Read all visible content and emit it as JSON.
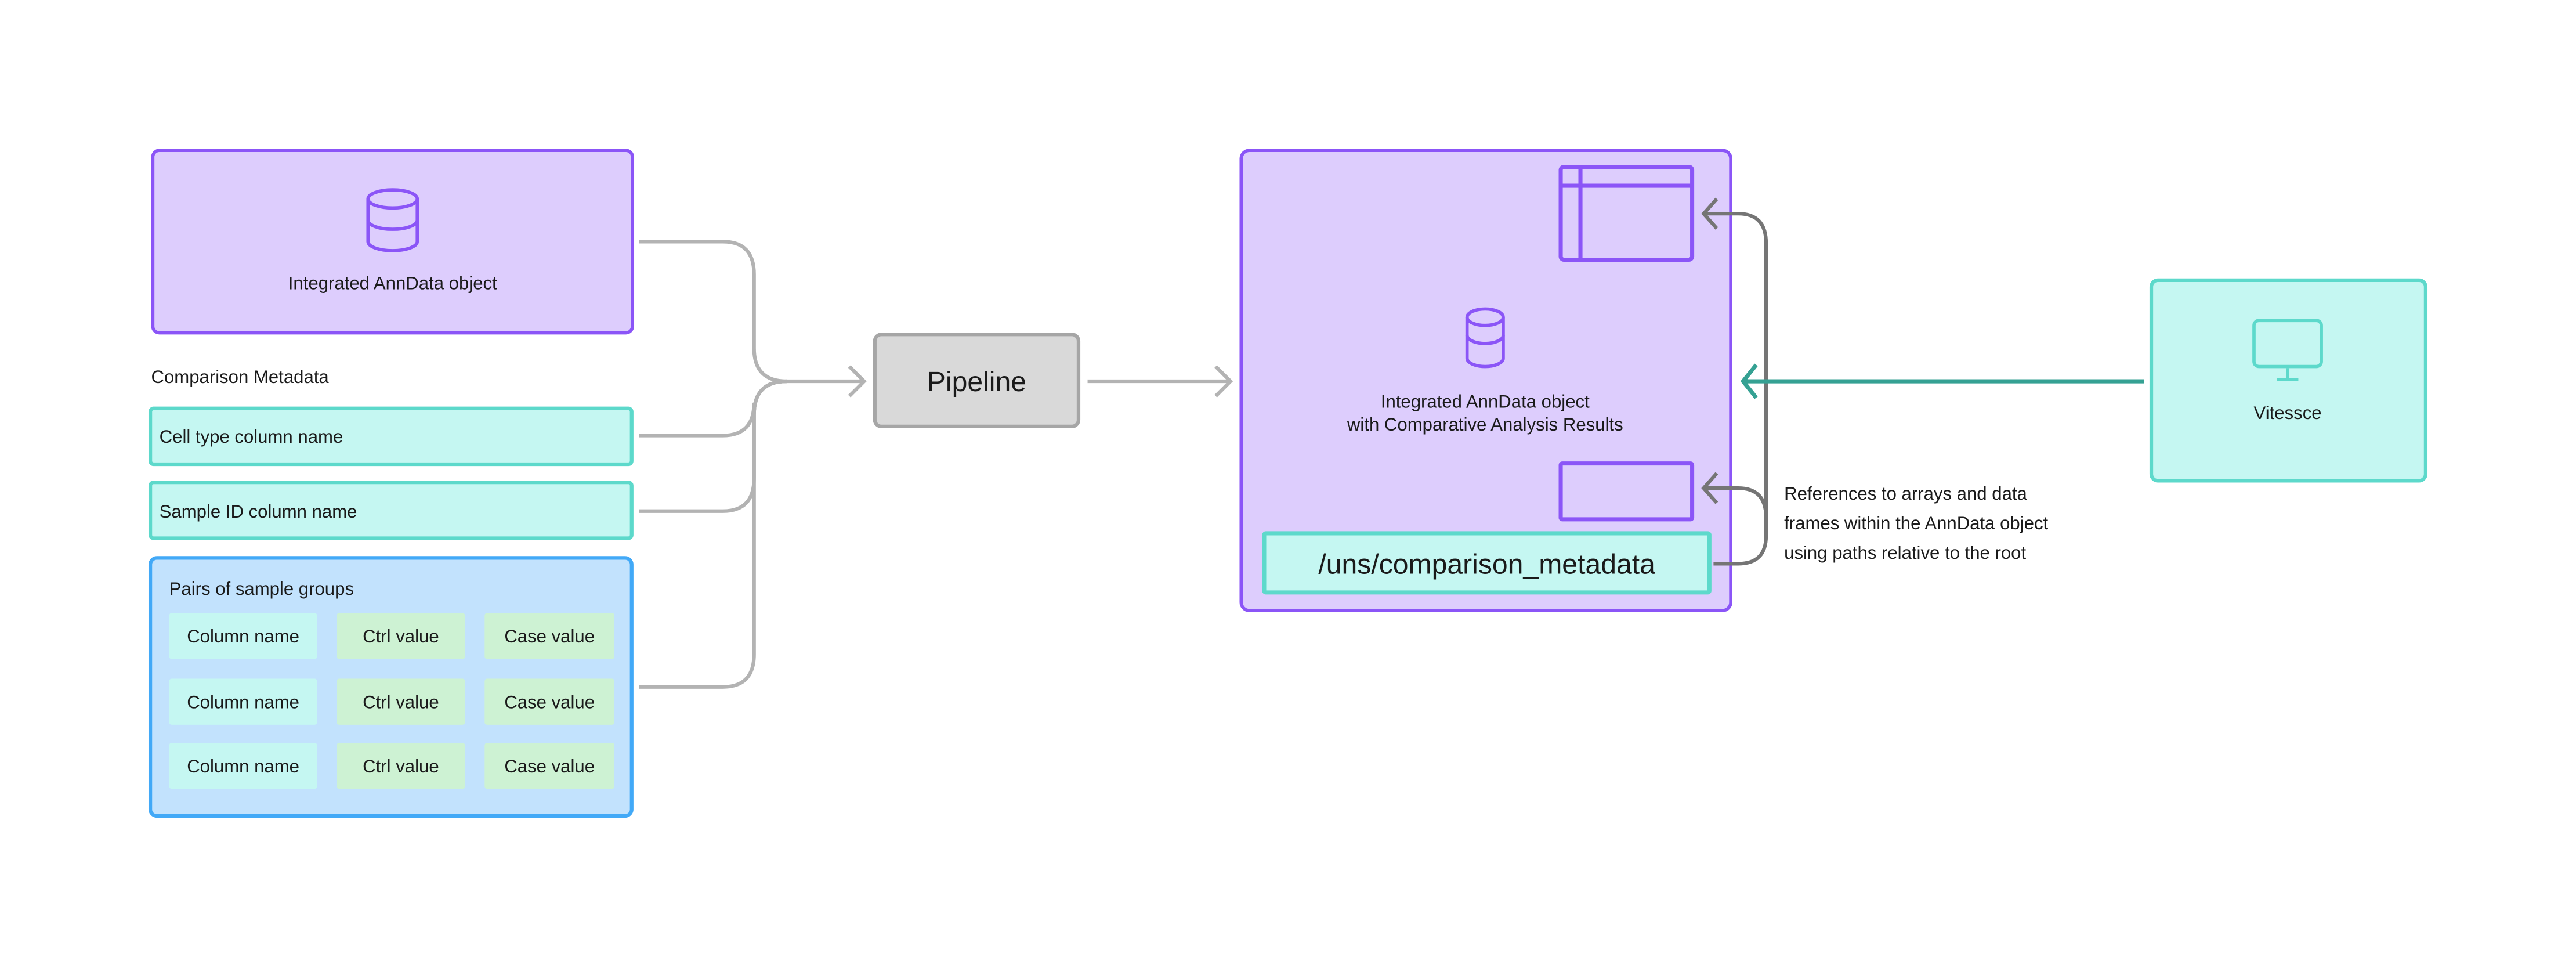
{
  "left": {
    "anndata_box": {
      "label": "Integrated AnnData object",
      "icon": "database-icon"
    },
    "metadata_heading": "Comparison Metadata",
    "cell_type_field": "Cell type column name",
    "sample_id_field": "Sample ID column name",
    "pairs": {
      "title": "Pairs of sample groups",
      "rows": [
        [
          "Column name",
          "Ctrl value",
          "Case value"
        ],
        [
          "Column name",
          "Ctrl value",
          "Case value"
        ],
        [
          "Column name",
          "Ctrl value",
          "Case value"
        ]
      ]
    }
  },
  "pipeline": {
    "label": "Pipeline"
  },
  "output": {
    "label_line1": "Integrated AnnData object",
    "label_line2": "with Comparative Analysis Results",
    "metadata_path": "/uns/comparison_metadata",
    "icons": [
      "table-icon",
      "database-icon",
      "rectangle-icon"
    ]
  },
  "reference_note": {
    "lines": [
      "References to arrays and data",
      "frames within the AnnData object",
      "using paths relative to the root"
    ]
  },
  "vitessce": {
    "label": "Vitessce",
    "icon": "monitor-icon"
  },
  "colors": {
    "purple_fill": "#ddcdfd",
    "purple_stroke": "#8b55f7",
    "teal_fill": "#c5f7f2",
    "teal_stroke": "#5dd9cb",
    "blue_fill": "#c2e2fd",
    "blue_stroke": "#42a9f7",
    "green_fill": "#cdf2d3",
    "gray_fill": "#d9d9d9",
    "gray_stroke": "#a6a6a6",
    "connector_light": "#b3b3b3",
    "connector_dark": "#757575",
    "connector_teal": "#35a193"
  }
}
